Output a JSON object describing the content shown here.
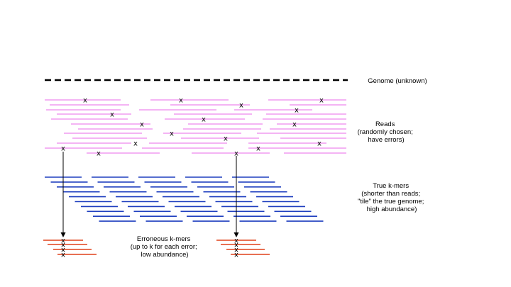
{
  "colors": {
    "genome": "#000000",
    "reads": "#ee88ee",
    "true_kmers": "#1f3fbf",
    "erroneous_kmers": "#e0401a",
    "arrows": "#000000"
  },
  "labels": {
    "genome": [
      "Genome (unknown)"
    ],
    "reads": [
      "Reads",
      "(randomly chosen;",
      "have errors)"
    ],
    "true_kmers": [
      "True k-mers",
      "(shorter than reads;",
      "\"tile\" the true genome;",
      "high abundance)"
    ],
    "erroneous_kmers": [
      "Erroneous k-mers",
      "(up to k for each error;",
      "low abundance)"
    ]
  },
  "error_marker": "x"
}
